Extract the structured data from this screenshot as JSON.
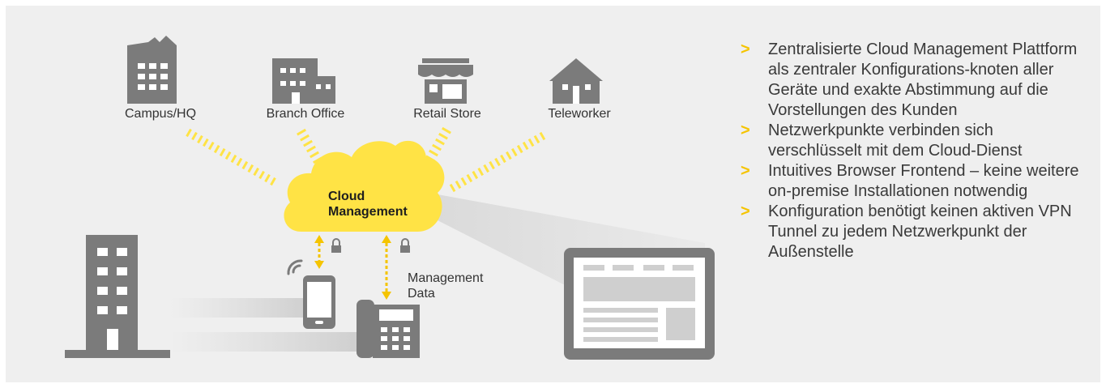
{
  "locations": [
    {
      "label": "Campus/HQ",
      "icon": "office-building-icon"
    },
    {
      "label": "Branch Office",
      "icon": "branch-office-icon"
    },
    {
      "label": "Retail Store",
      "icon": "store-icon"
    },
    {
      "label": "Teleworker",
      "icon": "house-icon"
    }
  ],
  "cloud": {
    "line1": "Cloud",
    "line2": "Management",
    "color": "#ffe345"
  },
  "data_link": {
    "line1": "Management",
    "line2": "Data"
  },
  "bullets": [
    "Zentralisierte Cloud Management Plattform als zentraler Konfigurations-knoten aller Geräte und exakte Abstimmung auf die Vorstellungen des Kunden",
    "Netzwerkpunkte verbinden sich verschlüsselt mit dem Cloud-Dienst",
    "Intuitives Browser Frontend – keine weitere on-premise Installationen notwendig",
    "Konfiguration benötigt keinen aktiven VPN Tunnel zu jedem Netzwerkpunkt der Außenstelle"
  ],
  "bullet_marker": ">",
  "colors": {
    "accent": "#f5c400",
    "icon_gray": "#7b7b7b",
    "panel": "#efefef",
    "text": "#3a3a3a"
  }
}
